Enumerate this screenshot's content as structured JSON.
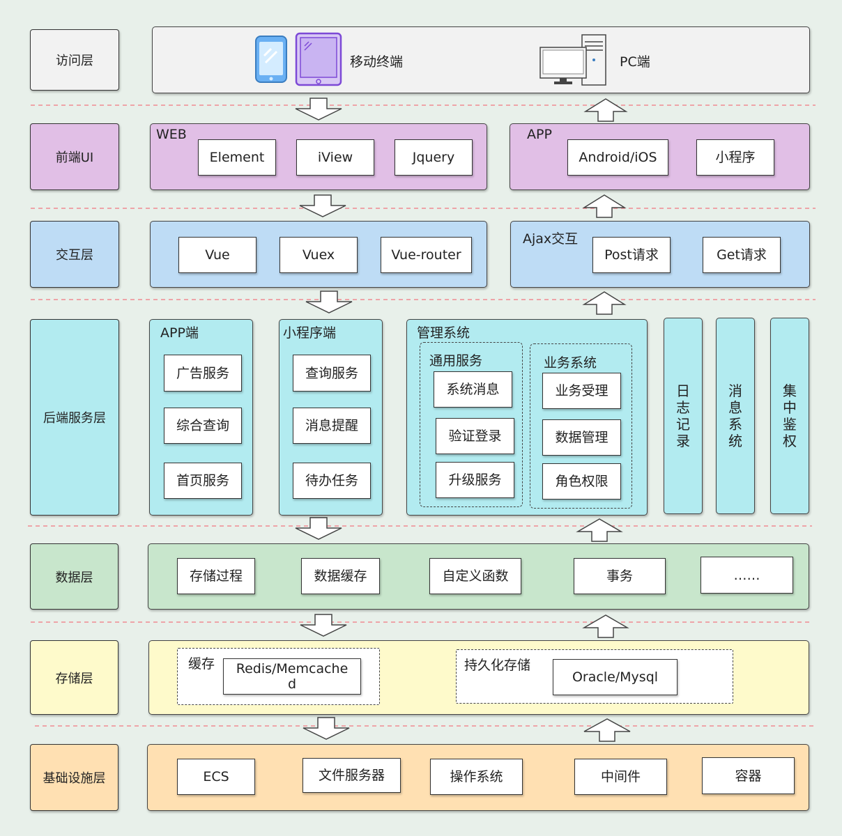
{
  "layers": {
    "access": "访问层",
    "frontend": "前端UI",
    "interaction": "交互层",
    "backend": "后端服务层",
    "data": "数据层",
    "storage": "存储层",
    "infra": "基础设施层"
  },
  "access": {
    "mobile": "移动终端",
    "pc": "PC端"
  },
  "frontend": {
    "web_title": "WEB",
    "web_items": [
      "Element",
      "iView",
      "Jquery"
    ],
    "app_title": "APP",
    "app_items": [
      "Android/iOS",
      "小程序"
    ]
  },
  "interaction": {
    "items": [
      "Vue",
      "Vuex",
      "Vue-router"
    ],
    "ajax_title": "Ajax交互",
    "ajax_items": [
      "Post请求",
      "Get请求"
    ]
  },
  "backend": {
    "app_title": "APP端",
    "app_items": [
      "广告服务",
      "综合查询",
      "首页服务"
    ],
    "mini_title": "小程序端",
    "mini_items": [
      "查询服务",
      "消息提醒",
      "待办任务"
    ],
    "mgmt_title": "管理系统",
    "common_title": "通用服务",
    "common_items": [
      "系统消息",
      "验证登录",
      "升级服务"
    ],
    "biz_title": "业务系统",
    "biz_items": [
      "业务受理",
      "数据管理",
      "角色权限"
    ],
    "side": [
      [
        "日",
        "志",
        "记",
        "录"
      ],
      [
        "消",
        "息",
        "系",
        "统"
      ],
      [
        "集",
        "中",
        "鉴",
        "权"
      ]
    ]
  },
  "data": {
    "items": [
      "存储过程",
      "数据缓存",
      "自定义函数",
      "事务",
      "……"
    ]
  },
  "storage": {
    "cache_title": "缓存",
    "cache_item": "Redis/Memcache d",
    "persist_title": "持久化存储",
    "persist_item": "Oracle/Mysql"
  },
  "infra": {
    "items": [
      "ECS",
      "文件服务器",
      "操作系统",
      "中间件",
      "容器"
    ]
  },
  "colors": {
    "access": "#f2f2f2",
    "frontend": "#e1bfe6",
    "interaction": "#bedcf5",
    "backend": "#b2ebf0",
    "data": "#c8e6cc",
    "storage": "#fefacb",
    "infra": "#ffe0b2",
    "separator": "#f0808a"
  }
}
